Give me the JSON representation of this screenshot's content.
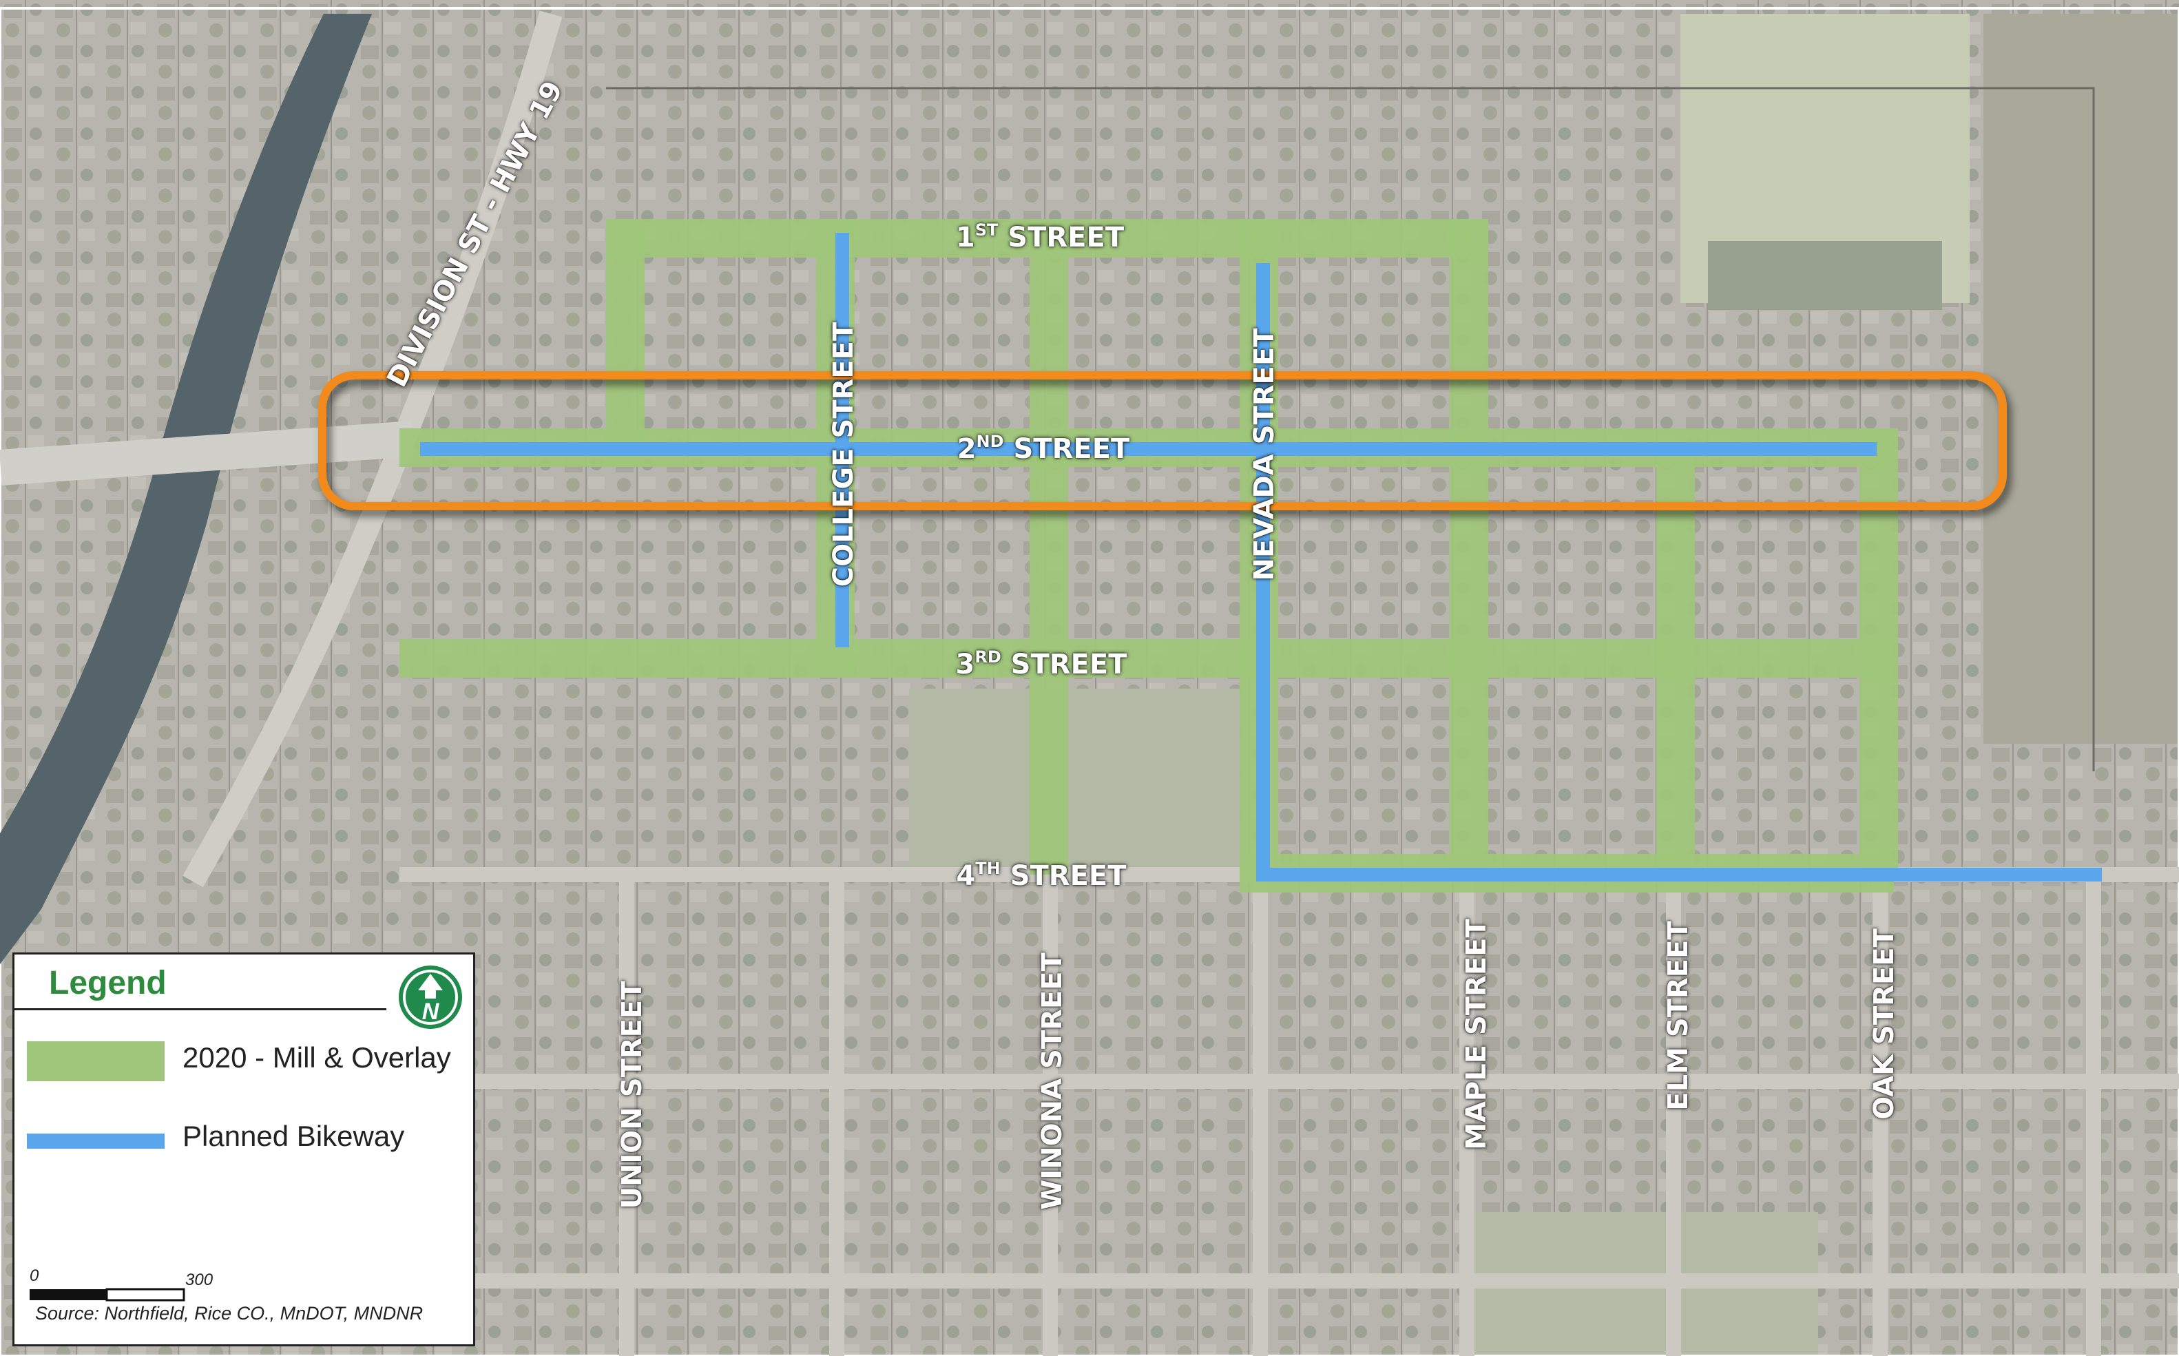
{
  "map": {
    "streets": {
      "first": {
        "main": "1",
        "sup": "ST",
        "rest": " STREET"
      },
      "second": {
        "main": "2",
        "sup": "ND",
        "rest": " STREET"
      },
      "third": {
        "main": "3",
        "sup": "RD",
        "rest": " STREET"
      },
      "fourth": {
        "main": "4",
        "sup": "TH",
        "rest": " STREET"
      },
      "college": "COLLEGE STREET",
      "nevada": "NEVADA STREET",
      "union": "UNION STREET",
      "winona": "WINONA STREET",
      "maple": "MAPLE STREET",
      "elm": "ELM STREET",
      "oak": "OAK STREET",
      "division": "DIVISION ST - HWY 19"
    }
  },
  "legend": {
    "title": "Legend",
    "entries": [
      {
        "label": "2020 - Mill & Overlay",
        "color": "#9fc67a"
      },
      {
        "label": "Planned Bikeway",
        "color": "#5aa7ee"
      }
    ],
    "north_letter": "N",
    "scale": {
      "start": "0",
      "end": "300"
    },
    "source": "Source: Northfield, Rice CO., MnDOT, MNDNR"
  },
  "colors": {
    "mill_overlay": "#9fc67a",
    "bikeway": "#5aa7ee",
    "highlight": "#f28a1e",
    "river": "#55636a"
  }
}
